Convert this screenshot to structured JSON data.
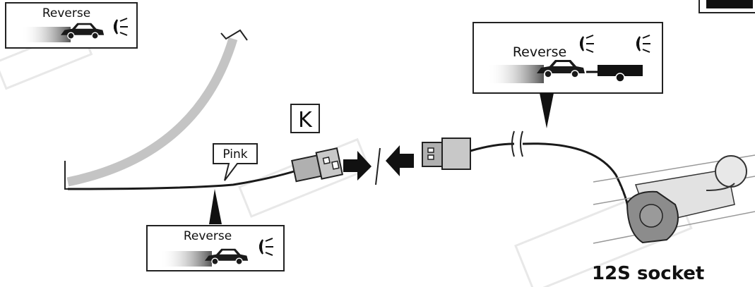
{
  "labels": {
    "reverse_top_left": "Reverse",
    "reverse_top_right": "Reverse",
    "reverse_bottom": "Reverse",
    "wire_color": "Pink",
    "connector_letter": "K",
    "socket_title": "12S socket"
  },
  "icons": {
    "car": "car-icon",
    "lamp": "reverse-lamp-icon",
    "trailer": "trailer-icon",
    "arrow_right": "arrow-right-icon",
    "arrow_left": "arrow-left-icon"
  },
  "colors": {
    "wire": "#1a1a1a",
    "harness_guide": "#c4c4c4",
    "connector_body": "#aaaaaa",
    "socket_body": "#8c8c8c",
    "watermark": "#e6e6e6"
  }
}
